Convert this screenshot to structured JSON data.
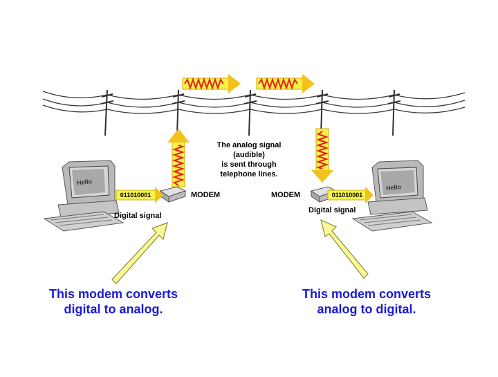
{
  "diagram": {
    "left_modem_label": "MODEM",
    "right_modem_label": "MODEM",
    "left_bits": "011010001",
    "right_bits": "011010001",
    "left_digital_label": "Digital signal",
    "right_digital_label": "Digital signal",
    "analog_note": [
      "The analog signal",
      "(audible)",
      "is sent through",
      "telephone lines."
    ],
    "screen_text": "Hello",
    "left_caption": [
      "This modem converts",
      "digital to analog."
    ],
    "right_caption": [
      "This modem converts",
      "analog to digital."
    ]
  },
  "colors": {
    "arrow_fill": "#f5f24a",
    "arrow_head": "#f3c21a",
    "wave": "#e8201a",
    "caption": "#1a1ad8",
    "wire": "#3a3a3a"
  },
  "icons": [
    "telephone-pole-icon",
    "computer-icon",
    "modem-icon",
    "sine-wave-icon",
    "arrow-icon"
  ]
}
